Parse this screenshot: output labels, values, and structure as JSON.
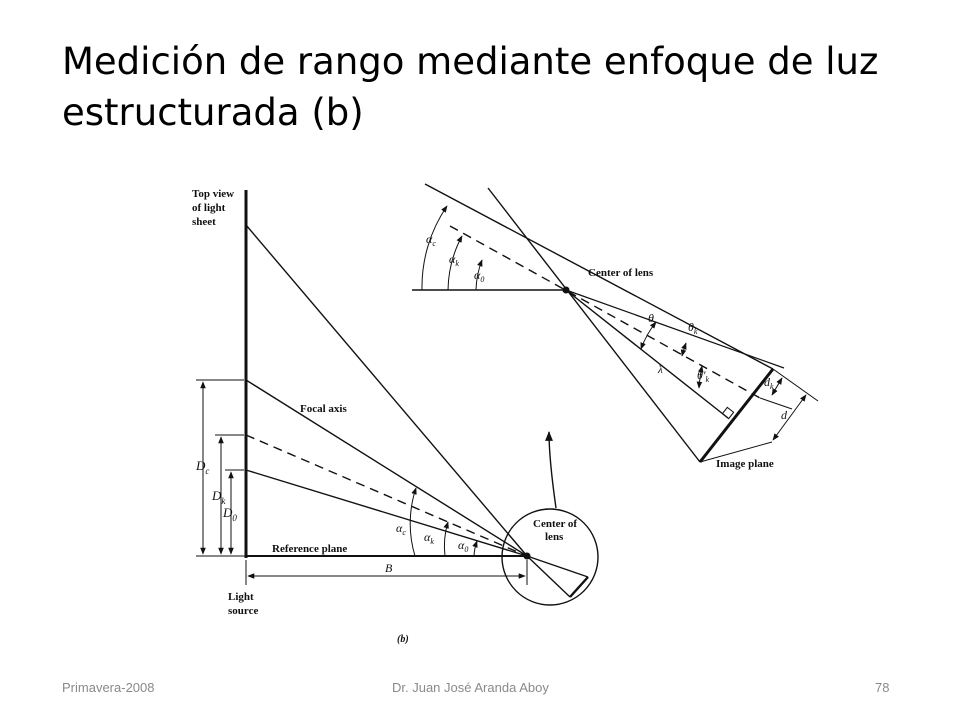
{
  "slide": {
    "title": "Medición de rango mediante enfoque de luz estructurada (b)"
  },
  "figure": {
    "caption": "(b)",
    "left_view": {
      "top_label": [
        "Top view",
        "of light",
        "sheet"
      ],
      "focal_axis": "Focal axis",
      "reference_plane": "Reference plane",
      "center_of_lens": [
        "Center of",
        "lens"
      ],
      "light_source": [
        "Light",
        "source"
      ],
      "baseline": "B",
      "dimensions": {
        "Dc": "D",
        "Dc_sub": "c",
        "Dk": "D",
        "Dk_sub": "k",
        "D0": "D",
        "D0_sub": "0"
      },
      "angles": {
        "alpha_c": "α",
        "alpha_c_sub": "c",
        "alpha_k": "α",
        "alpha_k_sub": "k",
        "alpha_0": "α",
        "alpha_0_sub": "0"
      }
    },
    "right_view": {
      "center_of_lens": "Center of lens",
      "image_plane": "Image plane",
      "angles": {
        "alpha_c": "α",
        "alpha_c_sub": "c",
        "alpha_k": "α",
        "alpha_k_sub": "k",
        "alpha_0": "α",
        "alpha_0_sub": "0"
      },
      "theta": "θ",
      "theta_k": "θ",
      "theta_k_sub": "k",
      "theta_k_prime": "θ′",
      "theta_k_prime_sub": "k",
      "lambda": "λ",
      "d_k": "d",
      "d_k_sub": "k",
      "d": "d"
    }
  },
  "footer": {
    "left": "Primavera-2008",
    "center": "Dr. Juan José Aranda Aboy",
    "right": "78"
  }
}
